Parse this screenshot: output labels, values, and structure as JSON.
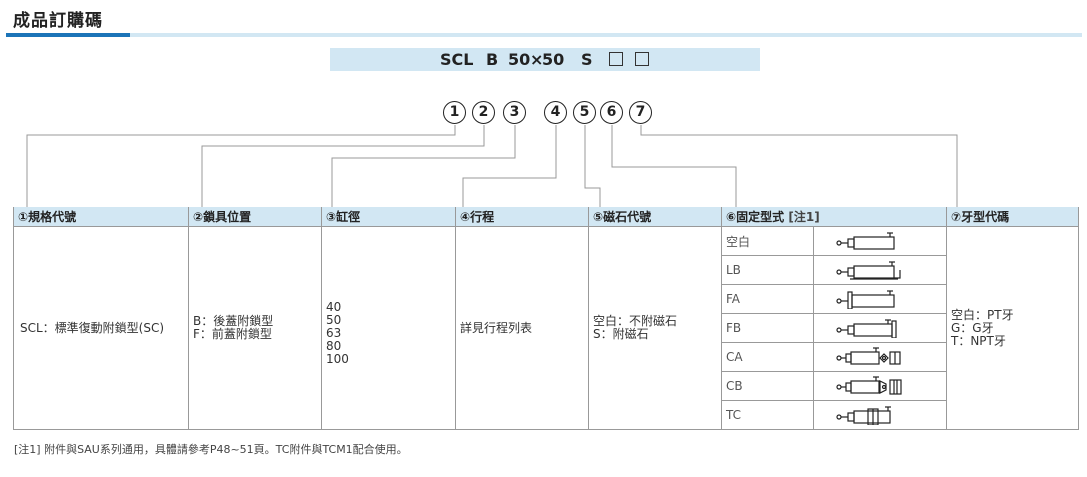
{
  "page": {
    "title": "成品訂購碼"
  },
  "order_code": {
    "model": "SCL",
    "lock": "B",
    "bore": "50",
    "times": "×",
    "stroke": "50",
    "magnet": "S"
  },
  "markers": [
    "1",
    "2",
    "3",
    "4",
    "5",
    "6",
    "7"
  ],
  "table": {
    "headers": {
      "h1": "①規格代號",
      "h2": "②鎖具位置",
      "h3": "③缸徑",
      "h4": "④行程",
      "h5": "⑤磁石代號",
      "h6": "⑥固定型式",
      "h6_note": "[注1]",
      "h7": "⑦牙型代碼"
    },
    "model_desc": "SCL：標準復動附鎖型(SC)",
    "lock_desc": "B：後蓋附鎖型\nF：前蓋附鎖型",
    "bores": "40\n50\n63\n80\n100",
    "stroke_desc": "詳見行程列表",
    "magnet_desc": "空白：不附磁石\nS：附磁石",
    "mounts": [
      {
        "code": "空白",
        "icon": "basic-cylinder-icon"
      },
      {
        "code": "LB",
        "icon": "foot-mount-cylinder-icon"
      },
      {
        "code": "FA",
        "icon": "front-flange-cylinder-icon"
      },
      {
        "code": "FB",
        "icon": "rear-flange-cylinder-icon"
      },
      {
        "code": "CA",
        "icon": "single-clevis-cylinder-icon"
      },
      {
        "code": "CB",
        "icon": "double-clevis-cylinder-icon"
      },
      {
        "code": "TC",
        "icon": "trunnion-cylinder-icon"
      }
    ],
    "thread_desc": "空白：PT牙\nG：G牙\nT：NPT牙"
  },
  "footnote": "[注1] 附件與SAU系列通用，具體請參考P48~51頁。TC附件與TCM1配合使用。",
  "colors": {
    "accent": "#1c74b8",
    "header_bg": "#d2e7f3"
  }
}
